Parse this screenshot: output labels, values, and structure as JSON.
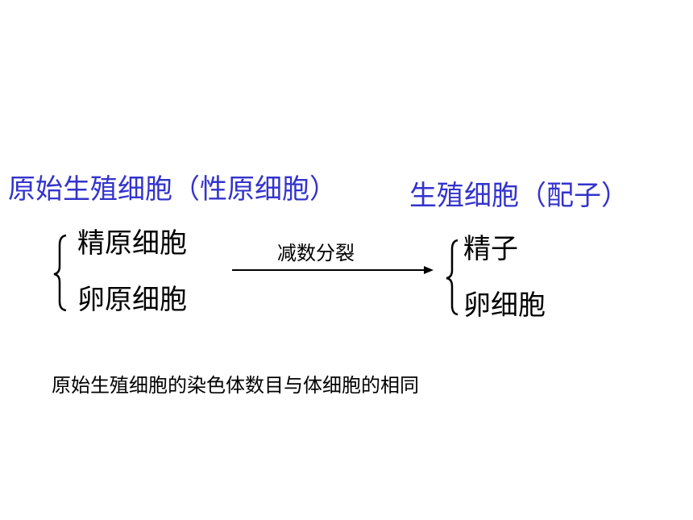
{
  "left_heading": "原始生殖细胞（性原细胞）",
  "right_heading": "生殖细胞（配子）",
  "left_items": [
    "精原细胞",
    "卵原细胞"
  ],
  "right_items": [
    "精子",
    "卵细胞"
  ],
  "arrow_label": "减数分裂",
  "note": "原始生殖细胞的染色体数目与体细胞的相同",
  "colors": {
    "heading": "#3333cc",
    "text": "#000000",
    "background": "#ffffff"
  }
}
